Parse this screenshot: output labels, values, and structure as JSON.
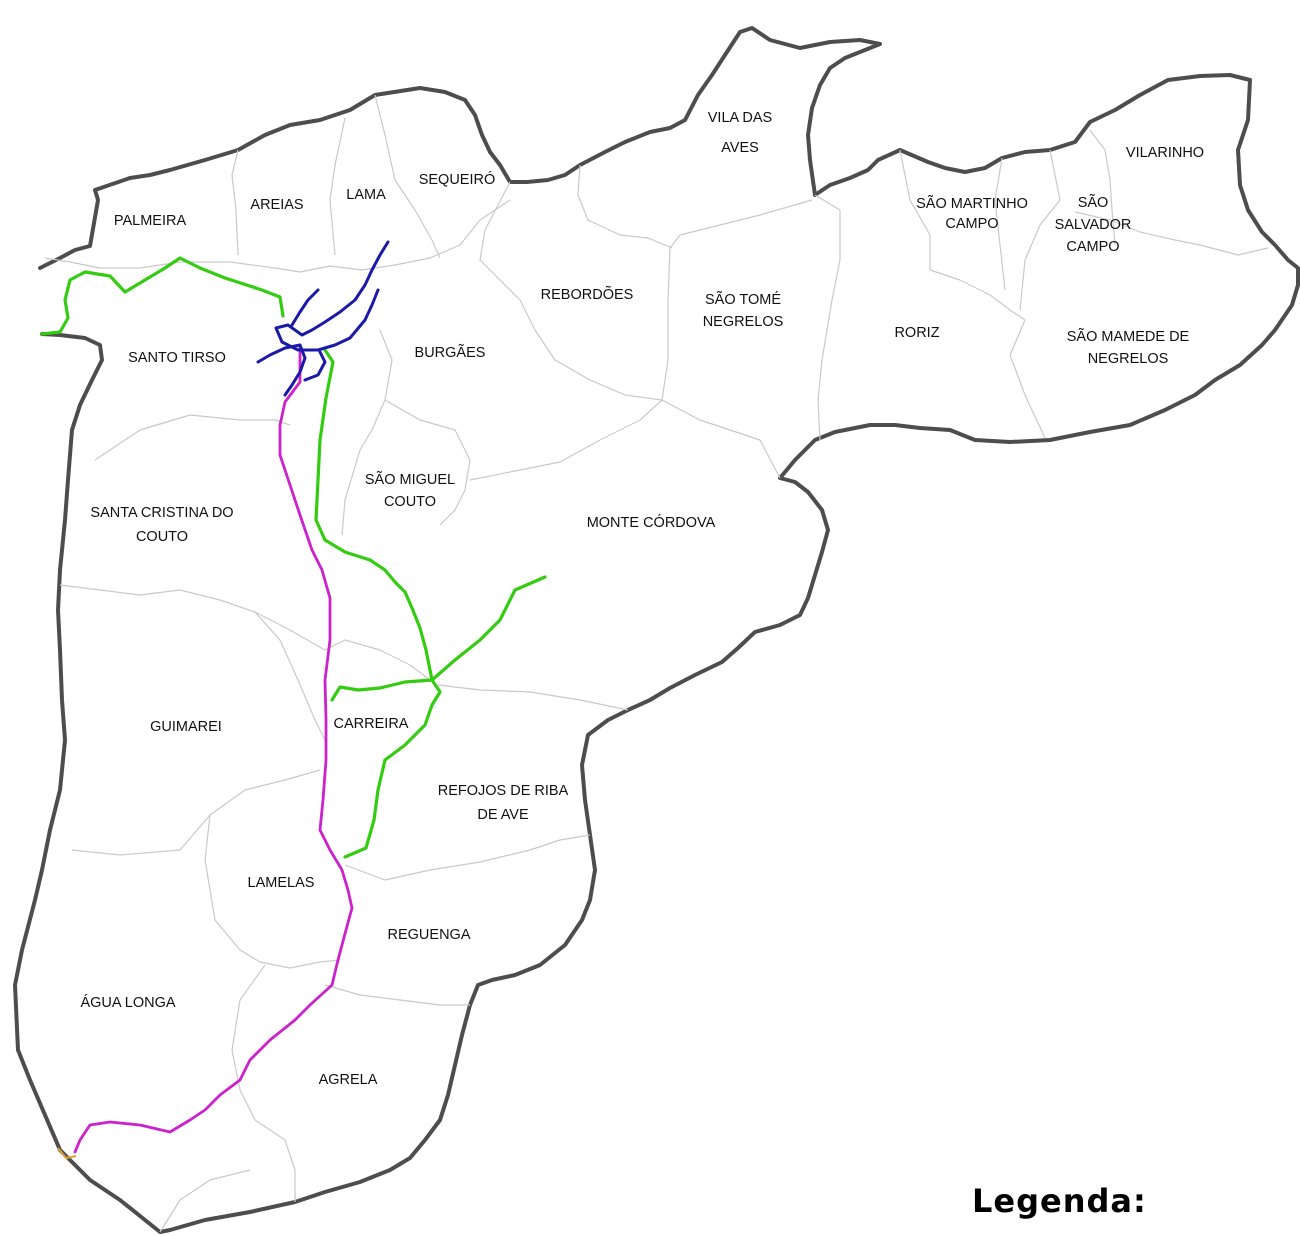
{
  "legend_title": "Legenda:",
  "route_colors": {
    "border": "#4d4d4d",
    "parish_boundary": "#c9c9c9",
    "green_route": "#33cc11",
    "magenta_route": "#cc22cc",
    "blue_route": "#1a1aa8",
    "orange_marker": "#e0a030"
  },
  "parishes": [
    {
      "id": "palmeira",
      "lines": [
        "PALMEIRA"
      ]
    },
    {
      "id": "areias",
      "lines": [
        "AREIAS"
      ]
    },
    {
      "id": "lama",
      "lines": [
        "LAMA"
      ]
    },
    {
      "id": "sequeiro",
      "lines": [
        "SEQUEIRÓ"
      ]
    },
    {
      "id": "vila-das-aves",
      "lines": [
        "VILA DAS",
        "AVES"
      ]
    },
    {
      "id": "vilarinho",
      "lines": [
        "VILARINHO"
      ]
    },
    {
      "id": "sao-martinho-campo",
      "lines": [
        "SÃO MARTINHO",
        "CAMPO"
      ]
    },
    {
      "id": "sao-salvador-campo",
      "lines": [
        "SÃO",
        "SALVADOR",
        "CAMPO"
      ]
    },
    {
      "id": "rebordoes",
      "lines": [
        "REBORDÕES"
      ]
    },
    {
      "id": "sao-tome-negrelos",
      "lines": [
        "SÃO TOMÉ",
        "NEGRELOS"
      ]
    },
    {
      "id": "roriz",
      "lines": [
        "RORIZ"
      ]
    },
    {
      "id": "sao-mamede-de-negrelos",
      "lines": [
        "SÃO MAMEDE DE",
        "NEGRELOS"
      ]
    },
    {
      "id": "santo-tirso",
      "lines": [
        "SANTO TIRSO"
      ]
    },
    {
      "id": "burgaes",
      "lines": [
        "BURGÃES"
      ]
    },
    {
      "id": "sao-miguel-couto",
      "lines": [
        "SÃO MIGUEL",
        "COUTO"
      ]
    },
    {
      "id": "santa-cristina-do-couto",
      "lines": [
        "SANTA CRISTINA DO",
        "COUTO"
      ]
    },
    {
      "id": "monte-cordova",
      "lines": [
        "MONTE CÓRDOVA"
      ]
    },
    {
      "id": "guimarei",
      "lines": [
        "GUIMAREI"
      ]
    },
    {
      "id": "carreira",
      "lines": [
        "CARREIRA"
      ]
    },
    {
      "id": "refojos-de-riba-de-ave",
      "lines": [
        "REFOJOS DE RIBA",
        "DE AVE"
      ]
    },
    {
      "id": "lamelas",
      "lines": [
        "LAMELAS"
      ]
    },
    {
      "id": "reguenga",
      "lines": [
        "REGUENGA"
      ]
    },
    {
      "id": "agua-longa",
      "lines": [
        "ÁGUA LONGA"
      ]
    },
    {
      "id": "agrela",
      "lines": [
        "AGRELA"
      ]
    }
  ]
}
